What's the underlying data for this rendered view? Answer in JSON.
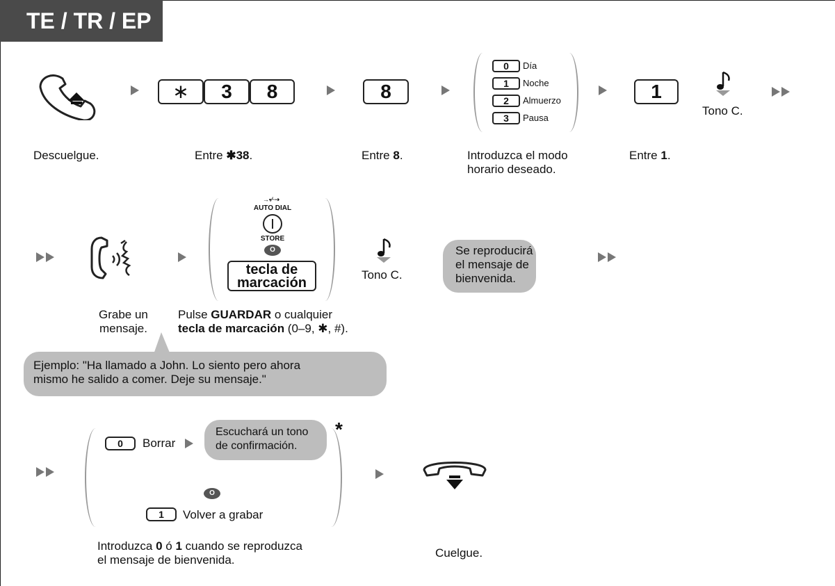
{
  "header": {
    "title": "TE / TR / EP"
  },
  "row1": {
    "keys_feature": [
      "∗",
      "3",
      "8"
    ],
    "key_8": "8",
    "time_modes": [
      {
        "key": "0",
        "label": "Día"
      },
      {
        "key": "1",
        "label": "Noche"
      },
      {
        "key": "2",
        "label": "Almuerzo"
      },
      {
        "key": "3",
        "label": "Pausa"
      }
    ],
    "key_1": "1",
    "tone_label": "Tono C.",
    "captions": {
      "offhook": "Descuelgue.",
      "enter_38_prefix": "Entre ",
      "enter_38_bold": "✱38",
      "enter_38_suffix": ".",
      "enter_8_prefix": "Entre ",
      "enter_8_bold": "8",
      "enter_8_suffix": ".",
      "mode_line1": "Introduzca el modo",
      "mode_line2": "horario deseado.",
      "enter_1_prefix": "Entre ",
      "enter_1_bold": "1",
      "enter_1_suffix": "."
    }
  },
  "row2": {
    "auto_dial_label": "AUTO DIAL",
    "store_label": "STORE",
    "or_label": "O",
    "dial_key_line1": "tecla de",
    "dial_key_line2": "marcación",
    "tone_label": "Tono C.",
    "bubble_lines": [
      "Se reproducirá",
      "el mensaje de",
      "bienvenida."
    ],
    "captions": {
      "record_line1": "Grabe un",
      "record_line2": "mensaje.",
      "press_prefix": "Pulse ",
      "press_bold": "GUARDAR",
      "press_mid": " o cualquier",
      "press_bold2": "tecla de marcación",
      "press_suffix": " (0–9, ✱, #)."
    },
    "example_line1": "Ejemplo: \"Ha llamado a John. Lo siento pero ahora",
    "example_line2": "mismo he salido a comer. Deje su mensaje.\""
  },
  "row3": {
    "key_0": "0",
    "erase_label": "Borrar",
    "confirm_bubble": [
      "Escuchará un tono",
      "de confirmación."
    ],
    "or_label": "O",
    "key_1": "1",
    "rerecord_label": "Volver a grabar",
    "asterisk": "*",
    "captions": {
      "enter_prefix": "Introduzca ",
      "enter_b1": "0",
      "enter_mid": " ó ",
      "enter_b2": "1",
      "enter_suffix": " cuando se reproduzca",
      "enter_line2": "el mensaje de bienvenida.",
      "onhook": "Cuelgue."
    }
  }
}
